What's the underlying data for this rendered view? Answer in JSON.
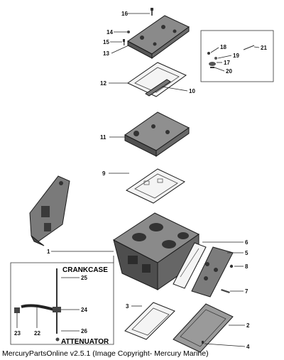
{
  "callouts": [
    "1",
    "2",
    "3",
    "4",
    "5",
    "6",
    "7",
    "8",
    "9",
    "10",
    "11",
    "12",
    "13",
    "14",
    "15",
    "16",
    "17",
    "18",
    "19",
    "20",
    "21",
    "22",
    "23",
    "24",
    "25",
    "26"
  ],
  "inset_labels": {
    "crankcase": "CRANKCASE",
    "attenuator": "ATTENUATOR"
  },
  "footer": {
    "copyright": "MercuryPartsOnline v2.5.1 (Image Copyright- Mercury Marine)"
  }
}
